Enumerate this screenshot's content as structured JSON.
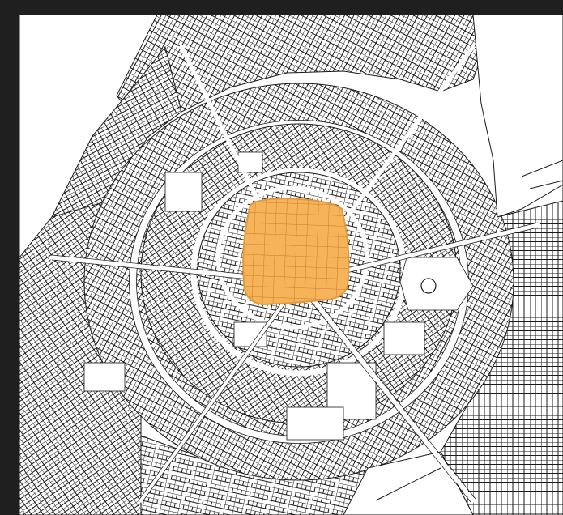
{
  "map": {
    "background_color": "#1f1f1f",
    "paper_color": "#ffffff",
    "line_color": "#1a1a1a",
    "highlight_color": "#f7b35a",
    "highlight_edge_color": "#e09a3c",
    "features": {
      "highlighted_zone": "historic-center-grid",
      "ring_roads": 2,
      "style": "figure-ground-parcel-map"
    }
  }
}
